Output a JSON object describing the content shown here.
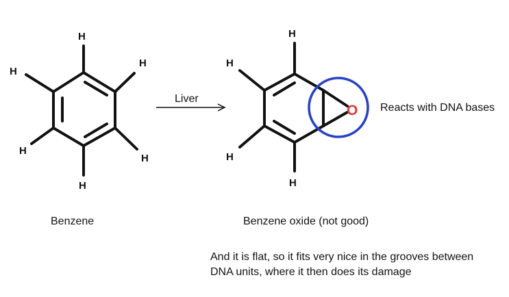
{
  "benzene": {
    "hydrogen_labels": [
      "H",
      "H",
      "H",
      "H",
      "H",
      "H"
    ],
    "caption": "Benzene"
  },
  "reaction": {
    "arrow_label": "Liver"
  },
  "benzene_oxide": {
    "hydrogen_labels": [
      "H",
      "H",
      "H",
      "H"
    ],
    "oxygen_label": "O",
    "caption": "Benzene oxide (not good)",
    "annotation": "Reacts with DNA bases"
  },
  "note": {
    "line1": "And it is flat, so it fits very nice in the grooves between",
    "line2": "DNA units, where it then does its damage"
  },
  "colors": {
    "bonds": "#111111",
    "oxygen": "#e53935",
    "highlight_circle": "#2340d8"
  }
}
